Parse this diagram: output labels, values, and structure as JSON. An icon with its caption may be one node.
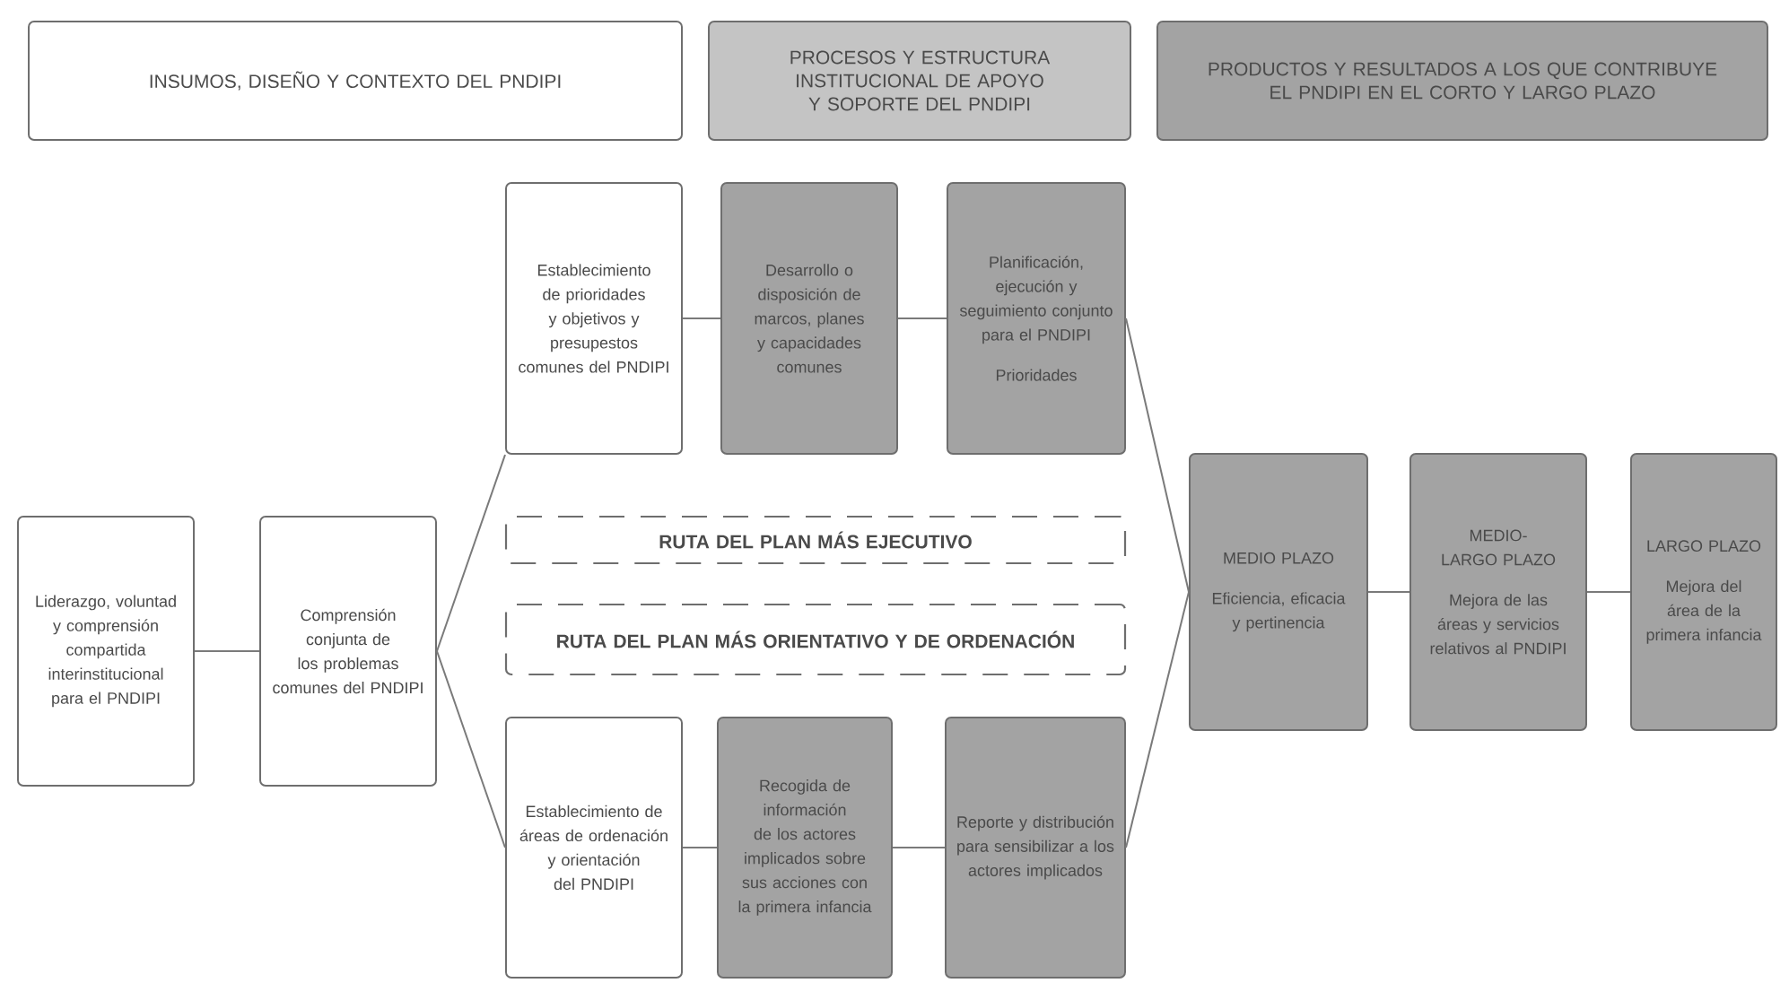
{
  "diagram": {
    "nodes": [
      {
        "text": [
          "INSUMOS, DISEÑO Y CONTEXTO DEL PNDIPI"
        ]
      },
      {
        "text": [
          "PROCESOS Y ESTRUCTURA INSTITUCIONAL DE APOYO Y SOPORTE DEL PNDIPI"
        ]
      },
      {
        "text": [
          "PRODUCTOS Y RESULTADOS A LOS QUE CONTRIBUYE EL PNDIPI EN EL CORTO Y LARGO PLAZO"
        ]
      },
      {
        "text": [
          "Liderazgo, voluntad y comprensión compartida interinstitucional para el PNDIPI"
        ]
      },
      {
        "text": [
          "Comprensión conjunta de los problemas comunes del PNDIPI"
        ]
      },
      {
        "text": [
          "Establecimiento de prioridades y objetivos y presupestos comunes del PNDIPI"
        ]
      },
      {
        "text": [
          "Desarrollo o disposición de marcos, planes y capacidades comunes"
        ]
      },
      {
        "text": [
          "Planificación, ejecución y seguimiento conjunto para el PNDIPI",
          "Prioridades"
        ]
      },
      {
        "text": [
          "RUTA DEL PLAN MÁS EJECUTIVO"
        ]
      },
      {
        "text": [
          "RUTA DEL PLAN MÁS ORIENTATIVO Y DE ORDENACIÓN"
        ]
      },
      {
        "text": [
          "Establecimiento de áreas de ordenación y orientación del PNDIPI"
        ]
      },
      {
        "text": [
          "Recogida de información de los actores implicados sobre sus acciones con la primera infancia"
        ]
      },
      {
        "text": [
          "Reporte y distribución para sensibilizar a los actores implicados"
        ]
      },
      {
        "text": [
          "MEDIO PLAZO",
          "Eficiencia, eficacia y pertinencia"
        ]
      },
      {
        "text": [
          "MEDIO-LARGO PLAZO",
          "Mejora de las áreas y servicios relativos al PNDIPI"
        ]
      },
      {
        "text": [
          "LARGO PLAZO",
          "Mejora del área de la primera infancia"
        ]
      }
    ],
    "edges": [
      {
        "from": 3,
        "to": 4,
        "arrow": "none"
      },
      {
        "from": 4,
        "to": 5,
        "arrow": "none"
      },
      {
        "from": 4,
        "to": 10,
        "arrow": "none"
      },
      {
        "from": 5,
        "to": 6,
        "arrow": "none"
      },
      {
        "from": 6,
        "to": 7,
        "arrow": "none"
      },
      {
        "from": 10,
        "to": 11,
        "arrow": "none"
      },
      {
        "from": 11,
        "to": 12,
        "arrow": "none"
      },
      {
        "from": 7,
        "to": 13,
        "arrow": "none"
      },
      {
        "from": 12,
        "to": 13,
        "arrow": "none"
      },
      {
        "from": 13,
        "to": 14,
        "arrow": "none"
      },
      {
        "from": 14,
        "to": 15,
        "arrow": "none"
      }
    ]
  }
}
